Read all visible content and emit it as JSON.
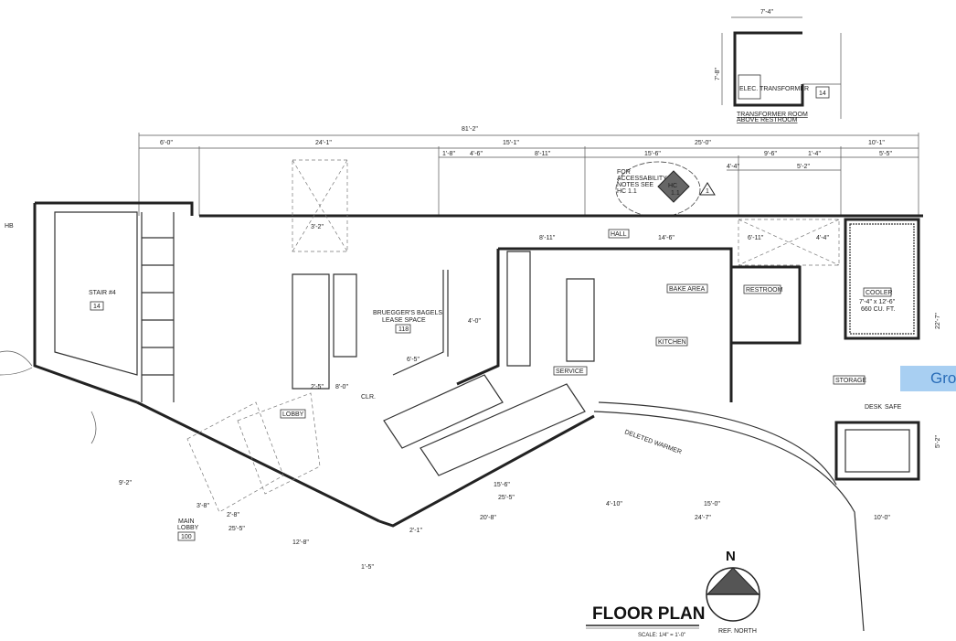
{
  "title": "FLOOR PLAN",
  "scale": "SCALE: 1/4\" = 1'-0\"",
  "north": {
    "letter": "N",
    "label": "REF. NORTH"
  },
  "transformer": {
    "dim_top": "7'-4\"",
    "dim_side": "7'-8\"",
    "equipment": "ELEC. TRANSFORMER",
    "caption_1": "TRANSFORMER ROOM",
    "caption_2": "ABOVE RESTROOM",
    "tag": "14"
  },
  "dims_top": {
    "overall": "81'-2\"",
    "row1": [
      "6'-0\"",
      "24'-1\"",
      "15'-1\"",
      "25'-0\"",
      "10'-1\""
    ],
    "row2": [
      "1'-8\"",
      "4'-6\"",
      "8'-11\"",
      "15'-6\"",
      "9'-6\"",
      "1'-4\"",
      "5'-5\""
    ],
    "row3": [
      "4'-4\"",
      "5'-2\""
    ]
  },
  "note": {
    "line1": "FOR",
    "line2": "ACCESSABILITY",
    "line3": "NOTES SEE",
    "line4": "HC 1.1",
    "sheet": "HC",
    "sheet_no": "1.1"
  },
  "rooms": {
    "stair": "STAIR #4",
    "stair_no": "14",
    "lease_1": "BRUEGGER'S BAGELS",
    "lease_2": "LEASE SPACE",
    "lease_no": "118",
    "lobby": "LOBBY",
    "main_lobby_1": "MAIN",
    "main_lobby_2": "LOBBY",
    "main_lobby_no": "100",
    "hall": "HALL",
    "bake": "BAKE AREA",
    "kitchen": "KITCHEN",
    "service": "SERVICE",
    "restroom": "RESTROOM",
    "cooler": "COOLER",
    "cooler_size": "7'-4\" x 12'-6\"",
    "cooler_vol": "660 CU. FT.",
    "storage": "STORAGE",
    "desk": "DESK",
    "safe": "SAFE",
    "hb": "HB"
  },
  "dims_misc": [
    "3'-2\"",
    "14'-6\"",
    "8'-11\"",
    "6'-11\"",
    "4'-4\"",
    "4'-0\"",
    "6'-5\"",
    "2'-5\"",
    "8'-0\"",
    "CLR.",
    "15'-6\"",
    "25'-5\"",
    "20'-8\"",
    "2'-1\"",
    "4'-10\"",
    "15'-0\"",
    "24'-7\"",
    "10'-0\"",
    "9'-2\"",
    "3'-8\"",
    "2'-8\"",
    "25'-5\"",
    "12'-8\"",
    "1'-5\"",
    "22'-7\"",
    "5'-2\""
  ],
  "handnote": "DELETED WARMER",
  "revision": "1",
  "overlay_tag": "Gro"
}
